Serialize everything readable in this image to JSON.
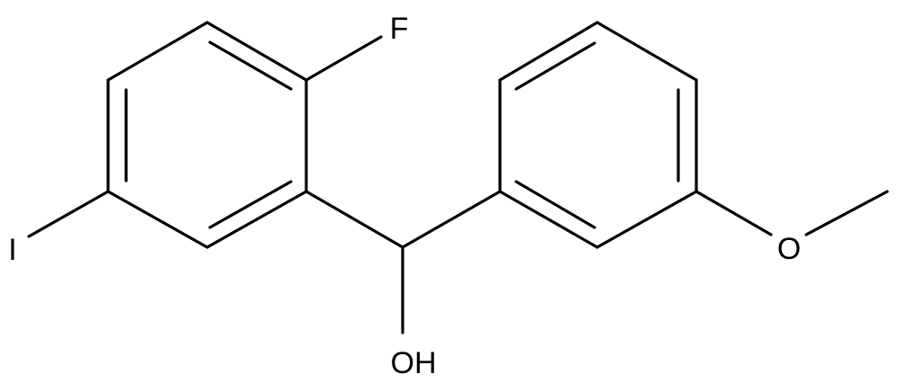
{
  "molecule": {
    "atom_labels": {
      "fluorine": "F",
      "iodine": "I",
      "hydroxyl": "OH",
      "methoxy_oxygen": "O"
    },
    "colors": {
      "bond": "#000000",
      "background": "#ffffff"
    }
  }
}
